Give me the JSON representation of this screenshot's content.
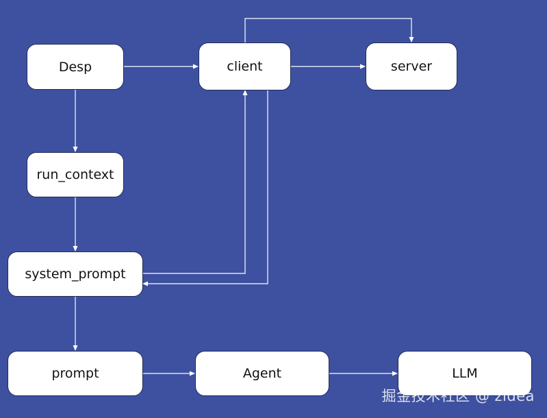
{
  "nodes": {
    "desp": "Desp",
    "client": "client",
    "server": "server",
    "run_context": "run_context",
    "system_prompt": "system_prompt",
    "prompt": "prompt",
    "agent": "Agent",
    "llm": "LLM"
  },
  "watermark": "掘金技术社区 @ zidea",
  "colors": {
    "background": "#3e51a0",
    "node_fill": "#ffffff",
    "edge": "#ffffff"
  }
}
